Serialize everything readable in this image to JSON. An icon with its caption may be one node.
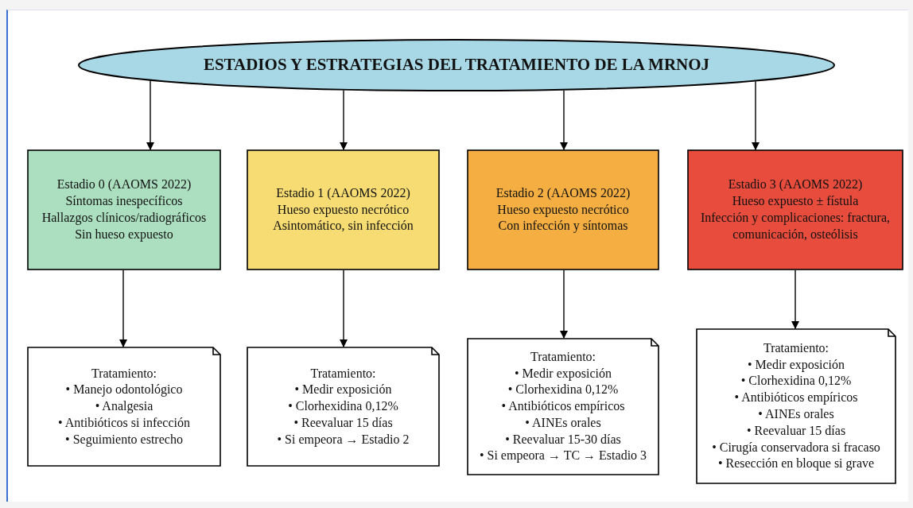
{
  "diagram": {
    "nodes": [
      {
        "text": [
          "ESTADIOS Y ESTRATEGIAS DEL TRATAMIENTO DE LA MRNOJ"
        ]
      },
      {
        "text": [
          "Estadio 0 (AAOMS 2022)",
          "Síntomas inespecíficos",
          "Hallazgos clínicos/radiográficos",
          "Sin hueso expuesto"
        ]
      },
      {
        "text": [
          "Estadio 1 (AAOMS 2022)",
          "Hueso expuesto necrótico",
          "Asintomático, sin infección"
        ]
      },
      {
        "text": [
          "Estadio 2 (AAOMS 2022)",
          "Hueso expuesto necrótico",
          "Con infección y síntomas"
        ]
      },
      {
        "text": [
          "Estadio 3 (AAOMS 2022)",
          "Hueso expuesto ± fístula",
          "Infección y complicaciones: fractura, comunicación, osteólisis"
        ]
      },
      {
        "text": [
          "Tratamiento:",
          "• Manejo odontológico",
          "• Analgesia",
          "• Antibióticos si infección",
          "• Seguimiento estrecho"
        ]
      },
      {
        "text": [
          "Tratamiento:",
          "• Medir exposición",
          "• Clorhexidina 0,12%",
          "• Reevaluar 15 días",
          "• Si empeora → Estadio 2"
        ]
      },
      {
        "text": [
          "Tratamiento:",
          "• Medir exposición",
          "• Clorhexidina 0,12%",
          "• Antibióticos empíricos",
          "• AINEs orales",
          "• Reevaluar 15-30 días",
          "• Si empeora → TC → Estadio 3"
        ]
      },
      {
        "text": [
          "Tratamiento:",
          "• Medir exposición",
          "• Clorhexidina 0,12%",
          "• Antibióticos empíricos",
          "• AINEs orales",
          "• Reevaluar 15 días",
          "• Cirugía conservadora si fracaso",
          "• Resección en bloque si grave"
        ]
      }
    ],
    "edges": [
      {
        "from": 0,
        "to": 1,
        "arrow": "to"
      },
      {
        "from": 0,
        "to": 2,
        "arrow": "to"
      },
      {
        "from": 0,
        "to": 3,
        "arrow": "to"
      },
      {
        "from": 0,
        "to": 4,
        "arrow": "to"
      },
      {
        "from": 1,
        "to": 5,
        "arrow": "to"
      },
      {
        "from": 2,
        "to": 6,
        "arrow": "to"
      },
      {
        "from": 3,
        "to": 7,
        "arrow": "to"
      },
      {
        "from": 4,
        "to": 8,
        "arrow": "to"
      }
    ]
  }
}
